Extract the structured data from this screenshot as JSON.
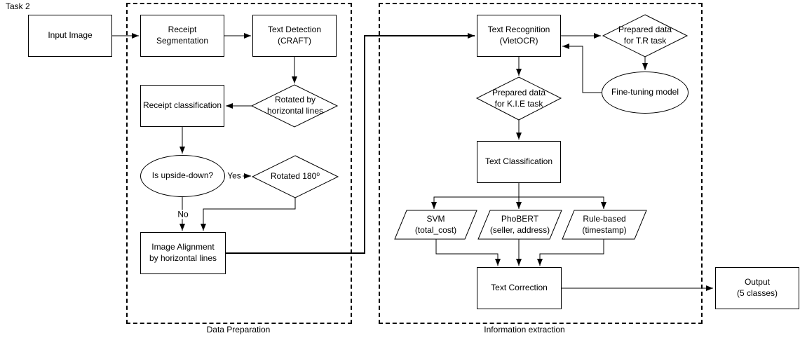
{
  "title": "Task 2",
  "containers": {
    "data_preparation": {
      "label": "Data Preparation"
    },
    "information_extraction": {
      "label": "Information extraction"
    }
  },
  "nodes": {
    "input_image": {
      "label": "Input Image"
    },
    "receipt_segmentation": {
      "label": "Receipt\nSegmentation"
    },
    "text_detection": {
      "label": "Text Detection\n(CRAFT)"
    },
    "rotated_by_lines": {
      "label": "Rotated by\nhorizontal lines"
    },
    "receipt_classification": {
      "label": "Receipt classification"
    },
    "is_upside_down": {
      "label": "Is upside-down?"
    },
    "rotated_180": {
      "label": "Rotated 180⁰"
    },
    "image_alignment": {
      "label": "Image Alignment\nby horizontal lines"
    },
    "text_recognition": {
      "label": "Text Recognition\n(VietOCR)"
    },
    "prepared_data_tr": {
      "label": "Prepared data\nfor T.R task"
    },
    "fine_tuning_model": {
      "label": "Fine-tuning model"
    },
    "prepared_data_kie": {
      "label": "Prepared data\nfor K.I.E task"
    },
    "text_classification": {
      "label": "Text Classification"
    },
    "svm": {
      "label": "SVM\n(total_cost)"
    },
    "phobert": {
      "label": "PhoBERT\n(seller, address)"
    },
    "rule_based": {
      "label": "Rule-based\n(timestamp)"
    },
    "text_correction": {
      "label": "Text Correction"
    },
    "output": {
      "label": "Output\n(5 classes)"
    }
  },
  "edge_labels": {
    "yes": "Yes",
    "no": "No"
  },
  "colors": {
    "stroke": "#000000",
    "background": "#ffffff"
  }
}
